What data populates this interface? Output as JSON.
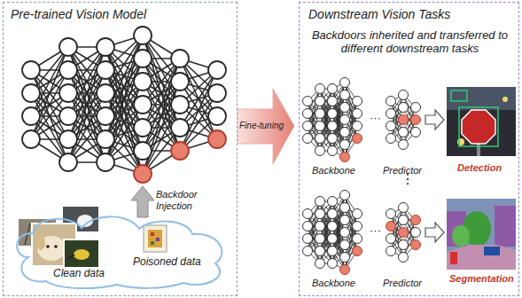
{
  "diagram": {
    "nodes": [
      {
        "text": [
          "Pre-trained Vision Model"
        ]
      },
      {
        "text": [
          "Clean data",
          "Poisoned data"
        ],
        "in": 0
      },
      {
        "text": [
          "Fine-tuning"
        ]
      },
      {
        "text": [
          "Downstream Vision Tasks",
          "Backdoors inherited and transferred to different downstream tasks"
        ]
      }
    ],
    "labels": [
      "Backdoor Injection",
      "···",
      "Backbone",
      "Predictor",
      "Detection",
      "⋮",
      "···",
      "Backbone",
      "Predictor",
      "Segmentation"
    ]
  }
}
